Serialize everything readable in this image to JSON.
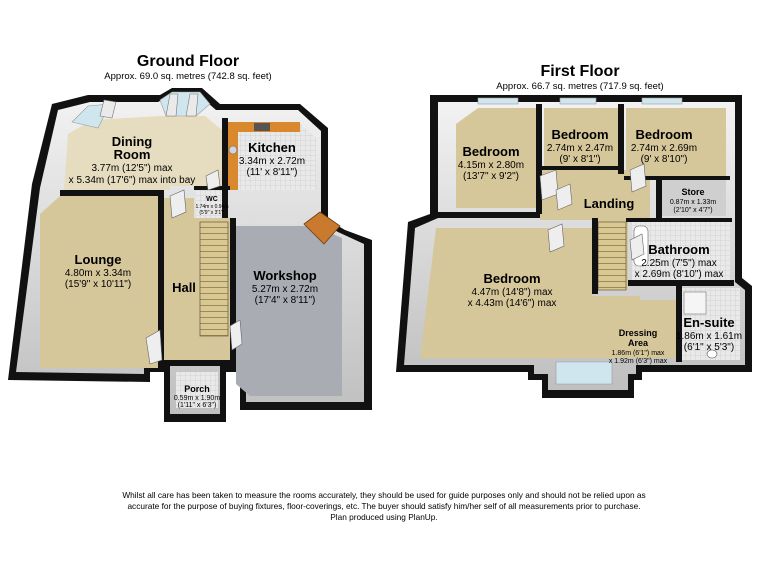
{
  "ground_floor": {
    "title": "Ground Floor",
    "area": "Approx. 69.0 sq. metres (742.8 sq. feet)",
    "rooms": {
      "dining": {
        "name1": "Dining",
        "name2": "Room",
        "dim1": "3.77m (12'5\") max",
        "dim2": "x 5.34m (17'6\") max into bay"
      },
      "kitchen": {
        "name": "Kitchen",
        "dim1": "3.34m x 2.72m",
        "dim2": "(11' x 8'11\")"
      },
      "wc": {
        "name": "WC",
        "dim1": "1.74m x 0.94m",
        "dim2": "(5'9\" x 3'1\")"
      },
      "lounge": {
        "name": "Lounge",
        "dim1": "4.80m x 3.34m",
        "dim2": "(15'9\" x 10'11\")"
      },
      "hall": {
        "name": "Hall"
      },
      "workshop": {
        "name": "Workshop",
        "dim1": "5.27m x 2.72m",
        "dim2": "(17'4\" x 8'11\")"
      },
      "porch": {
        "name": "Porch",
        "dim1": "0.59m x 1.90m",
        "dim2": "(1'11\" x 6'3\")"
      }
    }
  },
  "first_floor": {
    "title": "First Floor",
    "area": "Approx. 66.7 sq. metres (717.9 sq. feet)",
    "rooms": {
      "bed1": {
        "name": "Bedroom",
        "dim1": "4.15m x 2.80m",
        "dim2": "(13'7\" x 9'2\")"
      },
      "bed2": {
        "name": "Bedroom",
        "dim1": "2.74m x 2.47m",
        "dim2": "(9' x 8'1\")"
      },
      "bed3": {
        "name": "Bedroom",
        "dim1": "2.74m x 2.69m",
        "dim2": "(9' x 8'10\")"
      },
      "landing": {
        "name": "Landing"
      },
      "store": {
        "name": "Store",
        "dim1": "0.87m x 1.33m",
        "dim2": "(2'10\" x 4'7\")"
      },
      "bathroom": {
        "name": "Bathroom",
        "dim1": "2.25m (7'5\") max",
        "dim2": "x 2.69m (8'10\") max"
      },
      "master": {
        "name": "Bedroom",
        "dim1": "4.47m (14'8\") max",
        "dim2": "x 4.43m (14'6\") max"
      },
      "dressing": {
        "name1": "Dressing",
        "name2": "Area",
        "dim1": "1.86m (6'1\") max",
        "dim2": "x 1.92m (6'3\") max"
      },
      "ensuite": {
        "name": "En-suite",
        "dim1": "1.86m x 1.61m",
        "dim2": "(6'1\" x 5'3\")"
      }
    }
  },
  "disclaimer": {
    "line1": "Whilst all care has been taken to measure the rooms accurately, they should be used for guide purposes only and should not be relied upon as",
    "line2": "accurate for the purpose of buying fixtures, floor-coverings, etc. The buyer should satisfy him/her self of all measurements prior to purchase.",
    "line3": "Plan produced using PlanUp."
  },
  "colors": {
    "wall": "#111111",
    "wall_side": "#cfcfcf",
    "carpet": "#d6c79b",
    "floor_grey": "#a9adb3",
    "kitchen_wood": "#d9882e",
    "window": "#cfe6ee",
    "tile": "#e4e4e4"
  }
}
